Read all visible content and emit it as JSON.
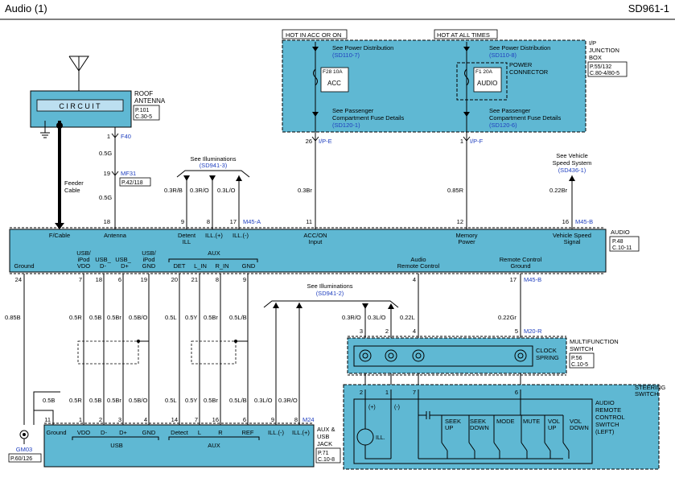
{
  "header": {
    "title": "Audio (1)",
    "code": "SD961-1"
  },
  "antenna": {
    "circuit": "C I R C U I T",
    "name_1": "ROOF",
    "name_2": "ANTENNA",
    "ref_1": "P.101",
    "ref_2": "C.30-5",
    "feeder_1": "Feeder",
    "feeder_2": "Cable"
  },
  "antenna_wire": {
    "pin_1": "1",
    "conn_1": "F40",
    "wire_1": "0.5G",
    "pin_2": "19",
    "conn_2": "MF31",
    "ref_2": "P.42/118",
    "wire_2": "0.5G",
    "pin_3": "18"
  },
  "illum_top": {
    "title": "See Illuminations",
    "link": "(SD941-3)",
    "w1": "0.3R/B",
    "w2": "0.3R/O",
    "w3": "0.3L/O",
    "p1": "9",
    "p2": "8",
    "p3": "17",
    "conn": "M45-A"
  },
  "junction": {
    "acc_title": "HOT IN ACC OR ON",
    "hot_title": "HOT AT ALL TIMES",
    "name_1": "I/P",
    "name_2": "JUNCTION",
    "name_3": "BOX",
    "ref_1": "P.55/132",
    "ref_2": "C.80-4/80-5",
    "see_power": "See Power Distribution",
    "acc_power_link": "(SD110-7)",
    "hot_power_link": "(SD110-8)",
    "acc_fuse": "F28 10A",
    "acc_fuse_name": "ACC",
    "hot_fuse": "F1 20A",
    "hot_fuse_name": "AUDIO",
    "power_conn_1": "POWER",
    "power_conn_2": "CONNECTOR",
    "see_pass_1": "See Passenger",
    "see_pass_2": "Compartment Fuse Details",
    "acc_fuse_link": "(SD120-1)",
    "hot_fuse_link": "(SD120-6)"
  },
  "acc_wire": {
    "pin": "26",
    "conn": "I/P-E",
    "wire": "0.3Br",
    "audio_pin": "11"
  },
  "hot_wire": {
    "pin": "1",
    "conn": "I/P-F",
    "wire": "0.85R",
    "audio_pin": "12"
  },
  "speed": {
    "title_1": "See Vehicle",
    "title_2": "Speed System",
    "link": "(SD436-1)",
    "wire": "0.22Br",
    "pin": "16",
    "conn": "M45-B"
  },
  "audio": {
    "name": "AUDIO",
    "ref_1": "P.48",
    "ref_2": "C.10-11",
    "top_labels": [
      "F/Cable",
      "Antenna",
      "Detent",
      "ILL",
      "ILL.(+)",
      "ILL.(-)",
      "ACC/ON",
      "Input",
      "Memory",
      "Power",
      "Vehicle Speed",
      "Signal"
    ],
    "bot_labels": [
      "Ground",
      "USB/",
      "iPod",
      "VDO",
      "USB_",
      "D-",
      "USB_",
      "D+",
      "USB/",
      "iPod",
      "GND",
      "AUX",
      "DET",
      "L_IN",
      "R_IN",
      "GND",
      "Audio",
      "Remote Control",
      "Remote Control",
      "Ground"
    ],
    "bot_conn": "M45-B"
  },
  "lower": {
    "pins": [
      "24",
      "7",
      "18",
      "6",
      "19",
      "20",
      "21",
      "8",
      "9",
      "4",
      "17"
    ],
    "wires": [
      "0.85B",
      "0.5R",
      "0.5B",
      "0.5Br",
      "0.5B/O",
      "0.5L",
      "0.5Y",
      "0.5Br",
      "0.5L/B",
      "0.22L",
      "0.22Gr"
    ],
    "wires_low": [
      "0.5B",
      "0.5R",
      "0.5B",
      "0.5Br",
      "0.5B/O",
      "0.5L",
      "0.5Y",
      "0.5Br",
      "0.5L/B",
      "0.3L/O",
      "0.3R/O"
    ]
  },
  "illum_mid": {
    "title": "See Illuminations",
    "link": "(SD941-2)",
    "w1": "0.3R/O",
    "w2": "0.3L/O",
    "p1": "3",
    "p2": "2",
    "p3": "4",
    "p4": "5",
    "conn": "M20-R"
  },
  "multifunction": {
    "name_1": "MULTIFUNCTION",
    "name_2": "SWITCH",
    "clock_1": "CLOCK",
    "clock_2": "SPRING",
    "ref_1": "P.56",
    "ref_2": "C.10-5"
  },
  "steering": {
    "title_1": "STEERING",
    "title_2": "SWITCH",
    "pins": [
      "2",
      "1",
      "7",
      "6"
    ],
    "plus": "(+)",
    "minus": "(-)",
    "ill": "ILL.",
    "buttons": [
      "SEEK",
      "UP",
      "SEEK",
      "DOWN",
      "MODE",
      "MUTE",
      "VOL",
      "UP",
      "VOL",
      "DOWN"
    ],
    "name_1": "AUDIO",
    "name_2": "REMOTE",
    "name_3": "CONTROL",
    "name_4": "SWITCH",
    "name_5": "(LEFT)"
  },
  "jack": {
    "pins": [
      "11",
      "1",
      "2",
      "3",
      "4",
      "14",
      "7",
      "16",
      "6",
      "9",
      "8"
    ],
    "conn": "M24",
    "labels": [
      "Ground",
      "VDO",
      "D-",
      "D+",
      "GND",
      "Detect",
      "L",
      "R",
      "REF",
      "ILL.(-)",
      "ILL.(+)"
    ],
    "usb": "USB",
    "aux": "AUX",
    "name_1": "AUX &",
    "name_2": "USB",
    "name_3": "JACK",
    "ref_1": "P.71",
    "ref_2": "C.10-8"
  },
  "ground": {
    "name": "GM03",
    "ref": "P.60/126"
  }
}
